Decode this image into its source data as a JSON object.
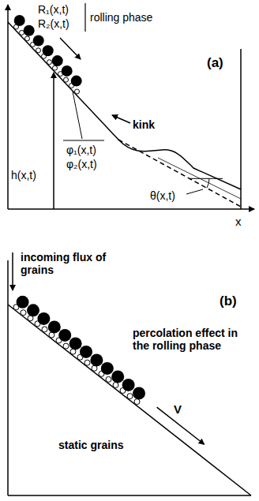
{
  "diagram": {
    "labels": [
      "R₁(x,t)",
      "R₂(x,t)",
      "rolling phase",
      "(a)",
      "kink",
      "h(x,t)",
      "φ₁(x,t)",
      "φ₂(x,t)",
      "θ(x,t)",
      "x",
      "incoming flux of grains",
      "(b)",
      "percolation effect in the rolling phase",
      "V",
      "static grains"
    ]
  }
}
